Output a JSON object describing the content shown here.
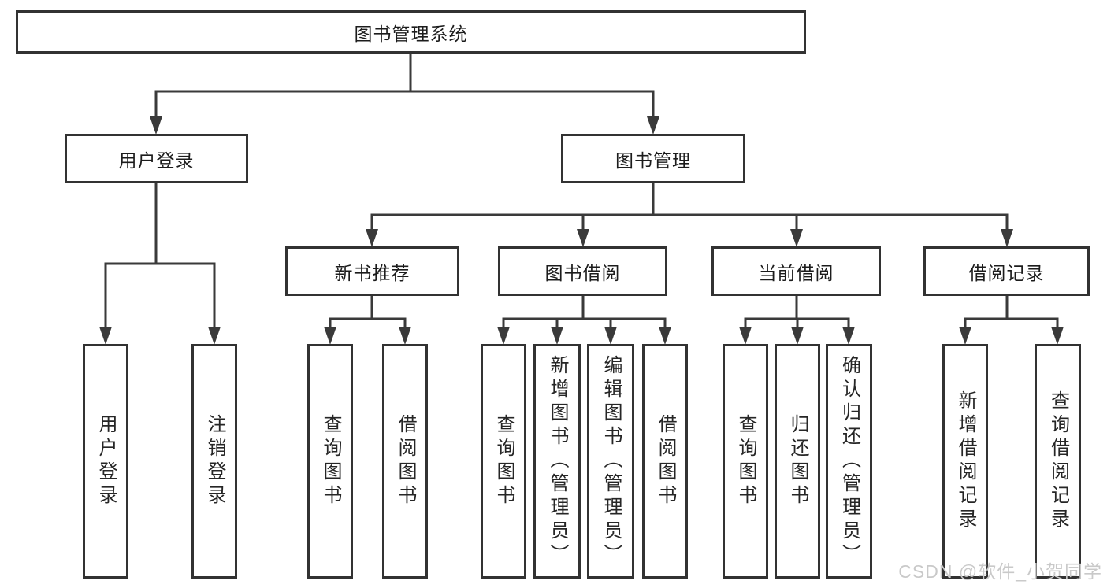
{
  "tree": {
    "root": {
      "label": "图书管理系统"
    },
    "branches": [
      {
        "label": "用户登录",
        "children": [
          {
            "label": "用户登录"
          },
          {
            "label": "注销登录"
          }
        ]
      },
      {
        "label": "图书管理",
        "groups": [
          {
            "label": "新书推荐",
            "children": [
              {
                "label": "查询图书"
              },
              {
                "label": "借阅图书"
              }
            ]
          },
          {
            "label": "图书借阅",
            "children": [
              {
                "label": "查询图书"
              },
              {
                "label": "新增图书（管理员）"
              },
              {
                "label": "编辑图书（管理员）"
              },
              {
                "label": "借阅图书"
              }
            ]
          },
          {
            "label": "当前借阅",
            "children": [
              {
                "label": "查询图书"
              },
              {
                "label": "归还图书"
              },
              {
                "label": "确认归还（管理员）"
              }
            ]
          },
          {
            "label": "借阅记录",
            "children": [
              {
                "label": "新增借阅记录"
              },
              {
                "label": "查询借阅记录"
              }
            ]
          }
        ]
      }
    ]
  },
  "watermark": {
    "text": "CSDN @软件_小贺同学"
  },
  "colors": {
    "line": "#3a3a3a",
    "box_border": "#323232",
    "text": "#1f1f1f",
    "background": "#ffffff",
    "watermark": "#c9c9c9"
  }
}
